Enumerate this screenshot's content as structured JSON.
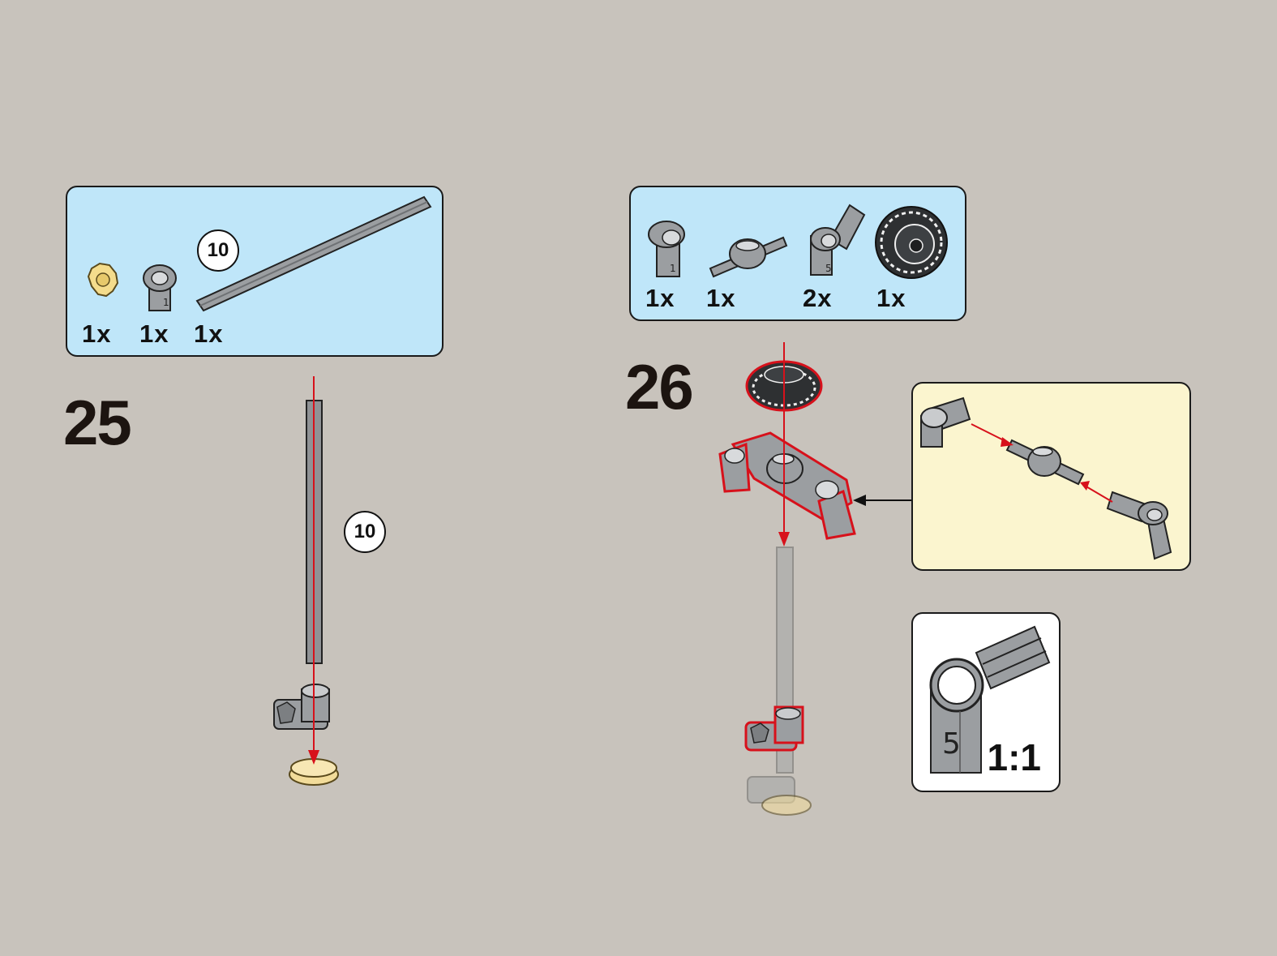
{
  "steps": [
    {
      "number": "25",
      "parts": [
        {
          "icon": "bevel-gear-icon",
          "qty": "1x"
        },
        {
          "icon": "axle-connector-icon",
          "qty": "1x"
        },
        {
          "icon": "axle-icon",
          "qty": "1x",
          "length_badge": "10"
        }
      ],
      "assembly_length_badge": "10"
    },
    {
      "number": "26",
      "parts": [
        {
          "icon": "angle-connector-1-icon",
          "qty": "1x"
        },
        {
          "icon": "ball-joint-connector-icon",
          "qty": "1x"
        },
        {
          "icon": "angle-connector-5-icon",
          "qty": "2x"
        },
        {
          "icon": "gear-24-tooth-icon",
          "qty": "1x"
        }
      ],
      "scale_label": "1:1",
      "scale_part_number": "5"
    }
  ],
  "colors": {
    "background": "#c8c3bc",
    "parts_box": "#bfe6f9",
    "callout": "#fbf5cf",
    "arrow": "#d7111b",
    "part_gray": "#9b9ea1",
    "part_tan": "#f2dc9a"
  }
}
